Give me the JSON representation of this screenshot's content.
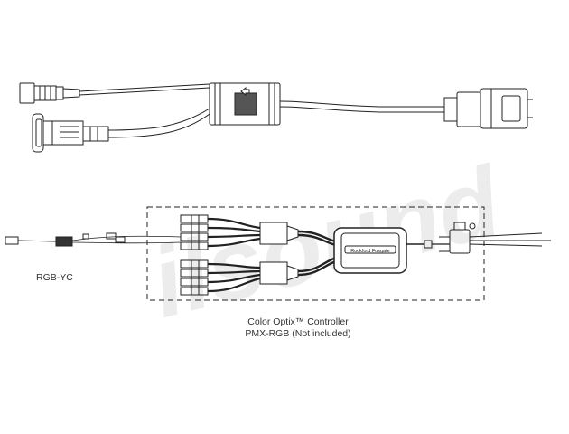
{
  "diagram": {
    "labels": {
      "rgb_yc": "RGB-YC",
      "controller_line1": "Color Optix™ Controller",
      "controller_line2": "PMX-RGB (Not included)",
      "controller_badge": "Rockford Fosgate"
    },
    "watermark": "ilsound",
    "colors": {
      "line": "#222222",
      "watermark": "#ebebeb",
      "dashed_box": "#222222"
    }
  }
}
